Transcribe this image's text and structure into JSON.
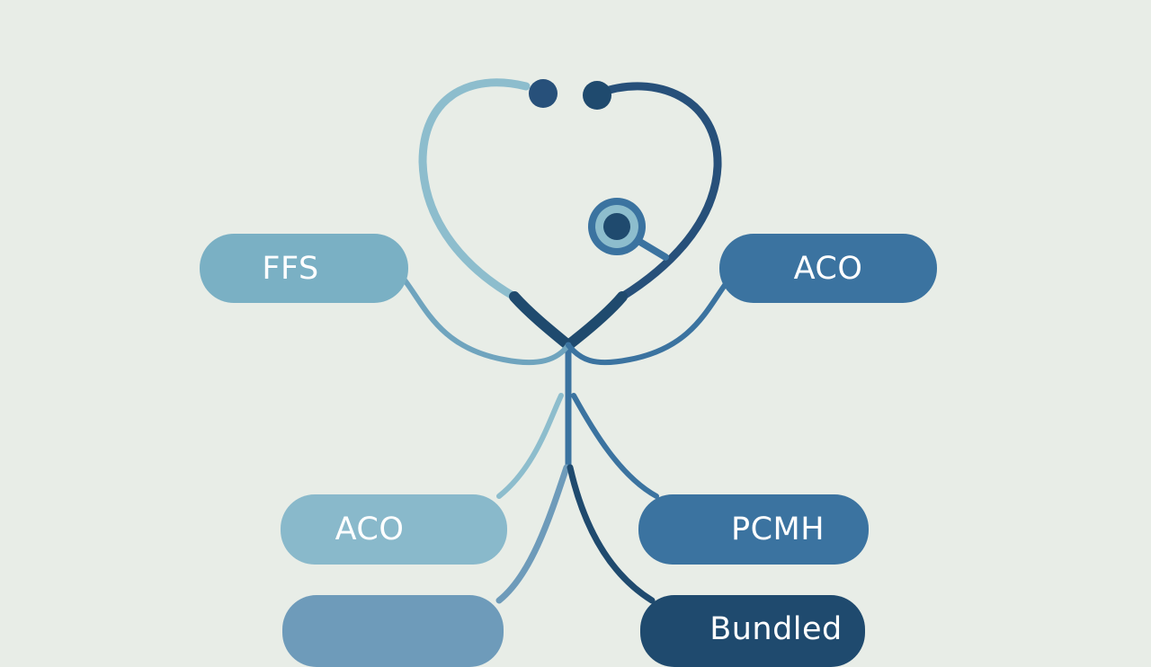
{
  "diagram": {
    "nodes": {
      "ffs": "FFS",
      "aco_right": "ACO",
      "aco_left": "ACO",
      "pcmh": "PCMH",
      "bundled": "Bundled",
      "bottom_left": ""
    },
    "icons": [
      "stethoscope-icon"
    ],
    "colors": {
      "background": "#e8ede7",
      "light_blue": "#7ab0c4",
      "mid_blue": "#3b73a0",
      "dark_navy": "#1f4a6e",
      "steel_blue": "#6e9bba"
    }
  }
}
